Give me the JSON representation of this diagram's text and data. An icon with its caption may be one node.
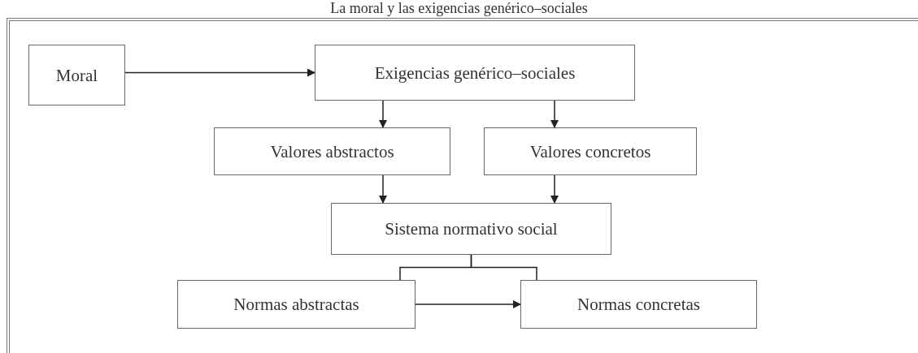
{
  "diagram": {
    "title": "La moral y las exigencias genérico–sociales",
    "nodes": [
      {
        "text": [
          "Moral"
        ]
      },
      {
        "text": [
          "Exigencias genérico–sociales"
        ]
      },
      {
        "text": [
          "Valores abstractos"
        ]
      },
      {
        "text": [
          "Valores concretos"
        ]
      },
      {
        "text": [
          "Sistema normativo social"
        ]
      },
      {
        "text": [
          "Normas abstractas"
        ]
      },
      {
        "text": [
          "Normas concretas"
        ]
      }
    ],
    "edges": [
      {
        "from": 0,
        "to": 1,
        "arrow": "to"
      },
      {
        "from": 1,
        "to": 2,
        "arrow": "to"
      },
      {
        "from": 1,
        "to": 3,
        "arrow": "to"
      },
      {
        "from": 2,
        "to": 4,
        "arrow": "to"
      },
      {
        "from": 3,
        "to": 4,
        "arrow": "to"
      },
      {
        "from": 4,
        "to": 5,
        "arrow": "none"
      },
      {
        "from": 4,
        "to": 6,
        "arrow": "none"
      },
      {
        "from": 5,
        "to": 6,
        "arrow": "to"
      }
    ]
  }
}
